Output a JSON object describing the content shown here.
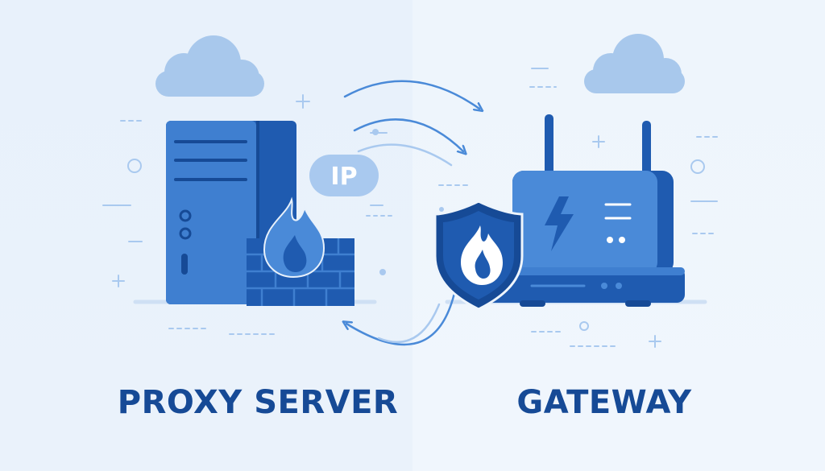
{
  "labels": {
    "proxy": "PROXY SERVER",
    "gateway": "GATEWAY",
    "ip_badge": "IP"
  },
  "colors": {
    "background": "#eaf2fb",
    "primary": "#1f5bb0",
    "dark": "#164a96",
    "mid": "#3f7fd0",
    "light": "#a9c9ef",
    "cloud": "#a8c8ec",
    "accent_text": "#164a96"
  },
  "icons": [
    "cloud-icon",
    "server-icon",
    "firewall-icon",
    "flame-icon",
    "router-icon",
    "shield-icon",
    "lightning-icon",
    "arrow-icon"
  ]
}
